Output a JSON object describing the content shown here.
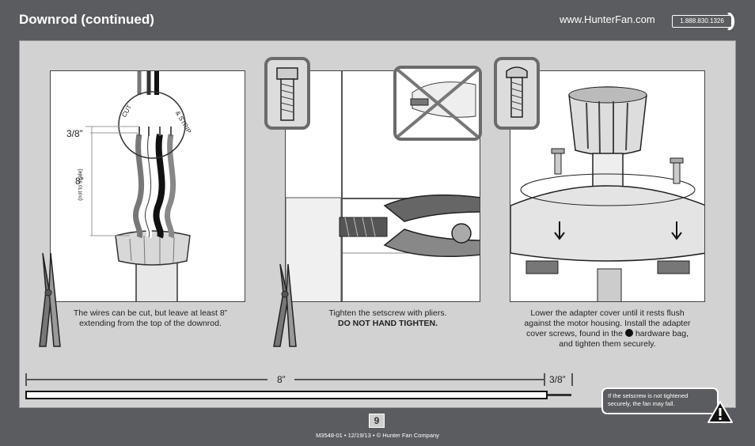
{
  "header": {
    "title": "Downrod (continued)",
    "website": "www.HunterFan.com",
    "phone": "1.888.830.1326"
  },
  "step1": {
    "cut_label": "CUT",
    "strip_label": "& STRIP",
    "measure_small": "3/8”",
    "measure_large": "8”",
    "scale_note": "(not to scale)",
    "caption_line1": "The wires can be cut, but leave at least 8”",
    "caption_line2": "extending from the top of the downrod."
  },
  "step2": {
    "caption_line1": "Tighten the setscrew with pliers.",
    "caption_line2": "DO NOT HAND TIGHTEN."
  },
  "step3": {
    "caption_line1": "Lower the adapter cover until it rests flush",
    "caption_line2": "against the motor housing. Install the adapter",
    "caption_line3a": "cover screws, found in the",
    "caption_line3b": "hardware bag,",
    "caption_line4": "and tighten them securely."
  },
  "ruler": {
    "long_label": "8”",
    "short_label": "3/8”"
  },
  "warning": {
    "text": "If the setscrew is not tightened securely, the fan may fall.",
    "icon": "warning-triangle-icon"
  },
  "footer": {
    "page_number": "9",
    "doc_info": "M3548-01 • 12/19/13 • © Hunter Fan Company"
  }
}
